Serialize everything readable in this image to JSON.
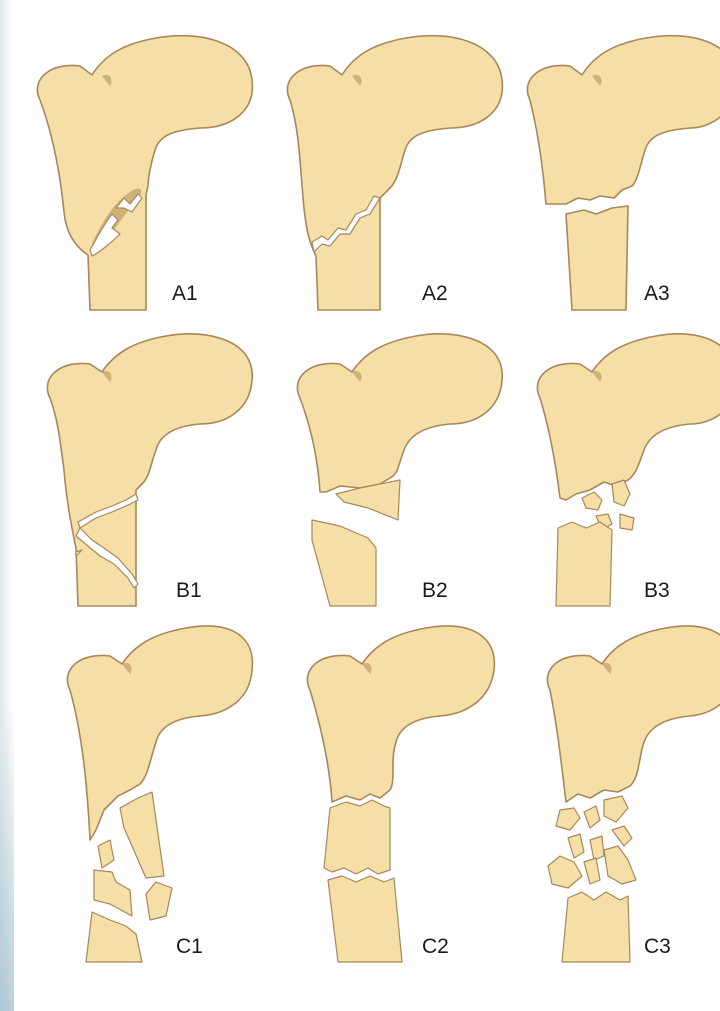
{
  "figure": {
    "labels": {
      "a1": "A1",
      "a2": "A2",
      "a3": "A3",
      "b1": "B1",
      "b2": "B2",
      "b3": "B3",
      "c1": "C1",
      "c2": "C2",
      "c3": "C3"
    }
  }
}
